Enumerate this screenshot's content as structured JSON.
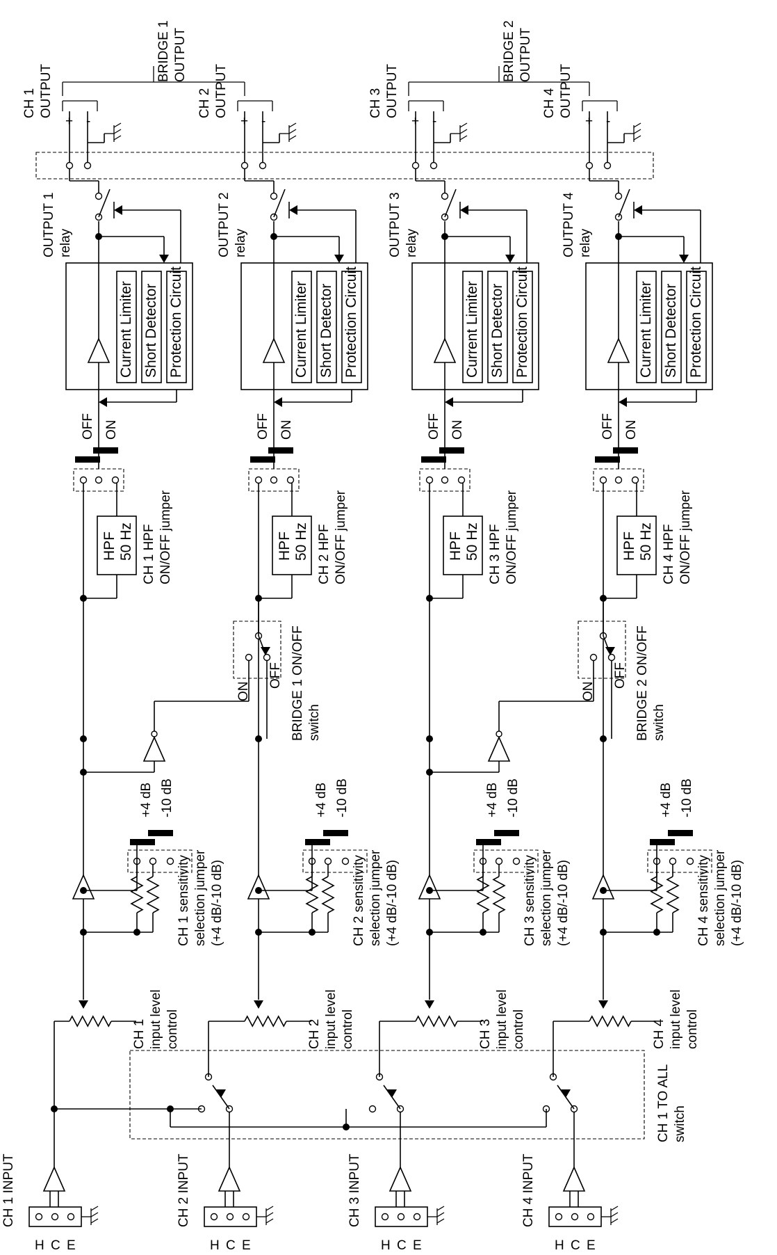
{
  "channels": [
    {
      "id": "ch1",
      "input": "CH 1 INPUT",
      "level": [
        "CH 1",
        "input level",
        "control"
      ],
      "sens": [
        "CH 1 sensitivity",
        "selection jumper",
        "(+4 dB/-10 dB)"
      ],
      "hpf_jumper": [
        "CH 1 HPF",
        "ON/OFF jumper"
      ],
      "relay": [
        "OUTPUT 1",
        "relay"
      ],
      "output": [
        "CH 1",
        "OUTPUT"
      ]
    },
    {
      "id": "ch2",
      "input": "CH 2 INPUT",
      "level": [
        "CH 2",
        "input level",
        "control"
      ],
      "sens": [
        "CH 2 sensitivity",
        "selection jumper",
        "(+4 dB/-10 dB)"
      ],
      "hpf_jumper": [
        "CH 2 HPF",
        "ON/OFF jumper"
      ],
      "relay": [
        "OUTPUT 2",
        "relay"
      ],
      "output": [
        "CH 2",
        "OUTPUT"
      ]
    },
    {
      "id": "ch3",
      "input": "CH 3 INPUT",
      "level": [
        "CH 3",
        "input level",
        "control"
      ],
      "sens": [
        "CH 3 sensitivity",
        "selection jumper",
        "(+4 dB/-10 dB)"
      ],
      "hpf_jumper": [
        "CH 3 HPF",
        "ON/OFF jumper"
      ],
      "relay": [
        "OUTPUT 3",
        "relay"
      ],
      "output": [
        "CH 3",
        "OUTPUT"
      ]
    },
    {
      "id": "ch4",
      "input": "CH 4 INPUT",
      "level": [
        "CH 4",
        "input level",
        "control"
      ],
      "sens": [
        "CH 4 sensitivity",
        "selection jumper",
        "(+4 dB/-10 dB)"
      ],
      "hpf_jumper": [
        "CH 4 HPF",
        "ON/OFF jumper"
      ],
      "relay": [
        "OUTPUT 4",
        "relay"
      ],
      "output": [
        "CH 4",
        "OUTPUT"
      ]
    }
  ],
  "hce": [
    "H",
    "C",
    "E"
  ],
  "sens_opts": [
    "+4 dB",
    "-10 dB"
  ],
  "hpf_box": [
    "HPF",
    "50 Hz"
  ],
  "hpf_opts": [
    "OFF",
    "ON"
  ],
  "bridge_sw": [
    {
      "label": [
        "BRIDGE 1 ON/OFF",
        "switch"
      ]
    },
    {
      "label": [
        "BRIDGE 2 ON/OFF",
        "switch"
      ]
    }
  ],
  "bridge_opts": [
    "ON",
    "OFF"
  ],
  "bridge_out": [
    {
      "label": [
        "BRIDGE 1",
        "OUTPUT"
      ]
    },
    {
      "label": [
        "BRIDGE 2",
        "OUTPUT"
      ]
    }
  ],
  "blocks": [
    "Current Limiter",
    "Short Detector",
    "Protection Circuit"
  ],
  "polarity": [
    "+",
    "-"
  ],
  "to_all": [
    "CH 1 TO ALL",
    "switch"
  ]
}
